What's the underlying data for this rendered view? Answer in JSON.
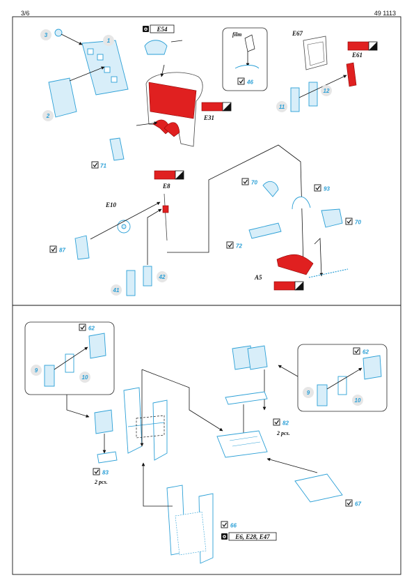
{
  "header": {
    "page": "3/6",
    "catalog": "49 1113"
  },
  "top_panel": {
    "bubbles": [
      "3",
      "1",
      "2",
      "11",
      "12"
    ],
    "part_labels": [
      "71",
      "87",
      "42",
      "41",
      "70",
      "93",
      "70",
      "72",
      "46"
    ],
    "ref_labels": [
      "E54",
      "E31",
      "E67",
      "E61",
      "E8",
      "E10",
      "A5"
    ],
    "film_note": "film"
  },
  "bottom_panel": {
    "bubbles": [
      "9",
      "10",
      "9",
      "10"
    ],
    "part_labels": [
      "62",
      "62",
      "83",
      "82",
      "67",
      "66"
    ],
    "pcs_note_1": "2 pcs.",
    "pcs_note_2": "2 pcs.",
    "combo_note": "E6, E28, E47"
  },
  "colors": {
    "part_blue": "#2a9fd6",
    "paint_red": "#e02020"
  },
  "icons": [
    "check-box-icon",
    "camera-icon",
    "paint-swatch-icon",
    "leader-arrow-icon"
  ]
}
